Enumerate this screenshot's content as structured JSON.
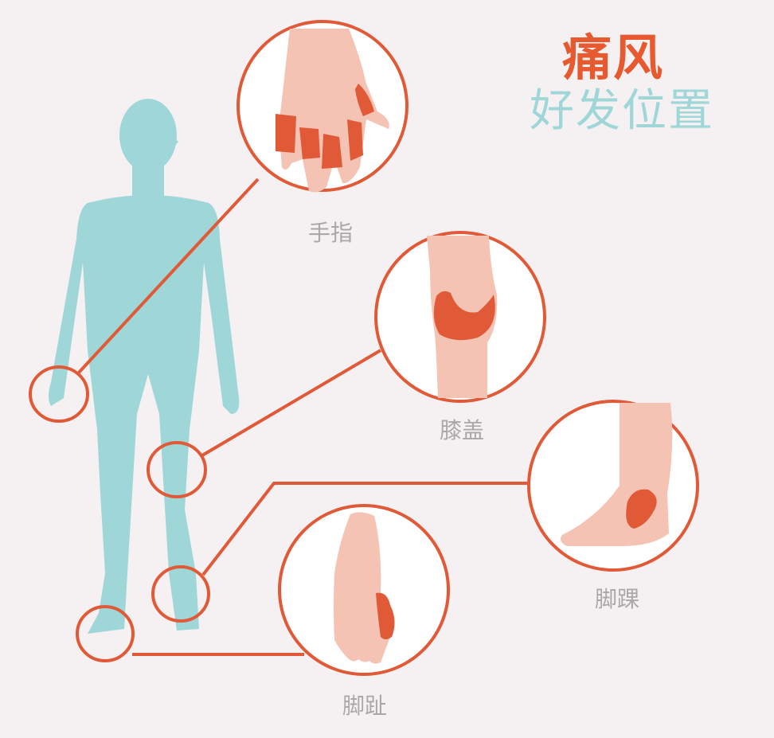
{
  "title": {
    "line1": "痛风",
    "line2": "好发位置",
    "line1_color": "#e7592f",
    "line2_color": "#9fd7d8"
  },
  "colors": {
    "background": "#f5f1f2",
    "body_silhouette": "#9fd7d8",
    "callout_stroke": "#e05a38",
    "skin": "#f4c3b3",
    "inflammation": "#e05a38",
    "label_text": "#a8a8a8"
  },
  "callouts": [
    {
      "id": "fingers",
      "label": "手指"
    },
    {
      "id": "knee",
      "label": "膝盖"
    },
    {
      "id": "ankle",
      "label": "脚踝"
    },
    {
      "id": "toe",
      "label": "脚趾"
    }
  ]
}
